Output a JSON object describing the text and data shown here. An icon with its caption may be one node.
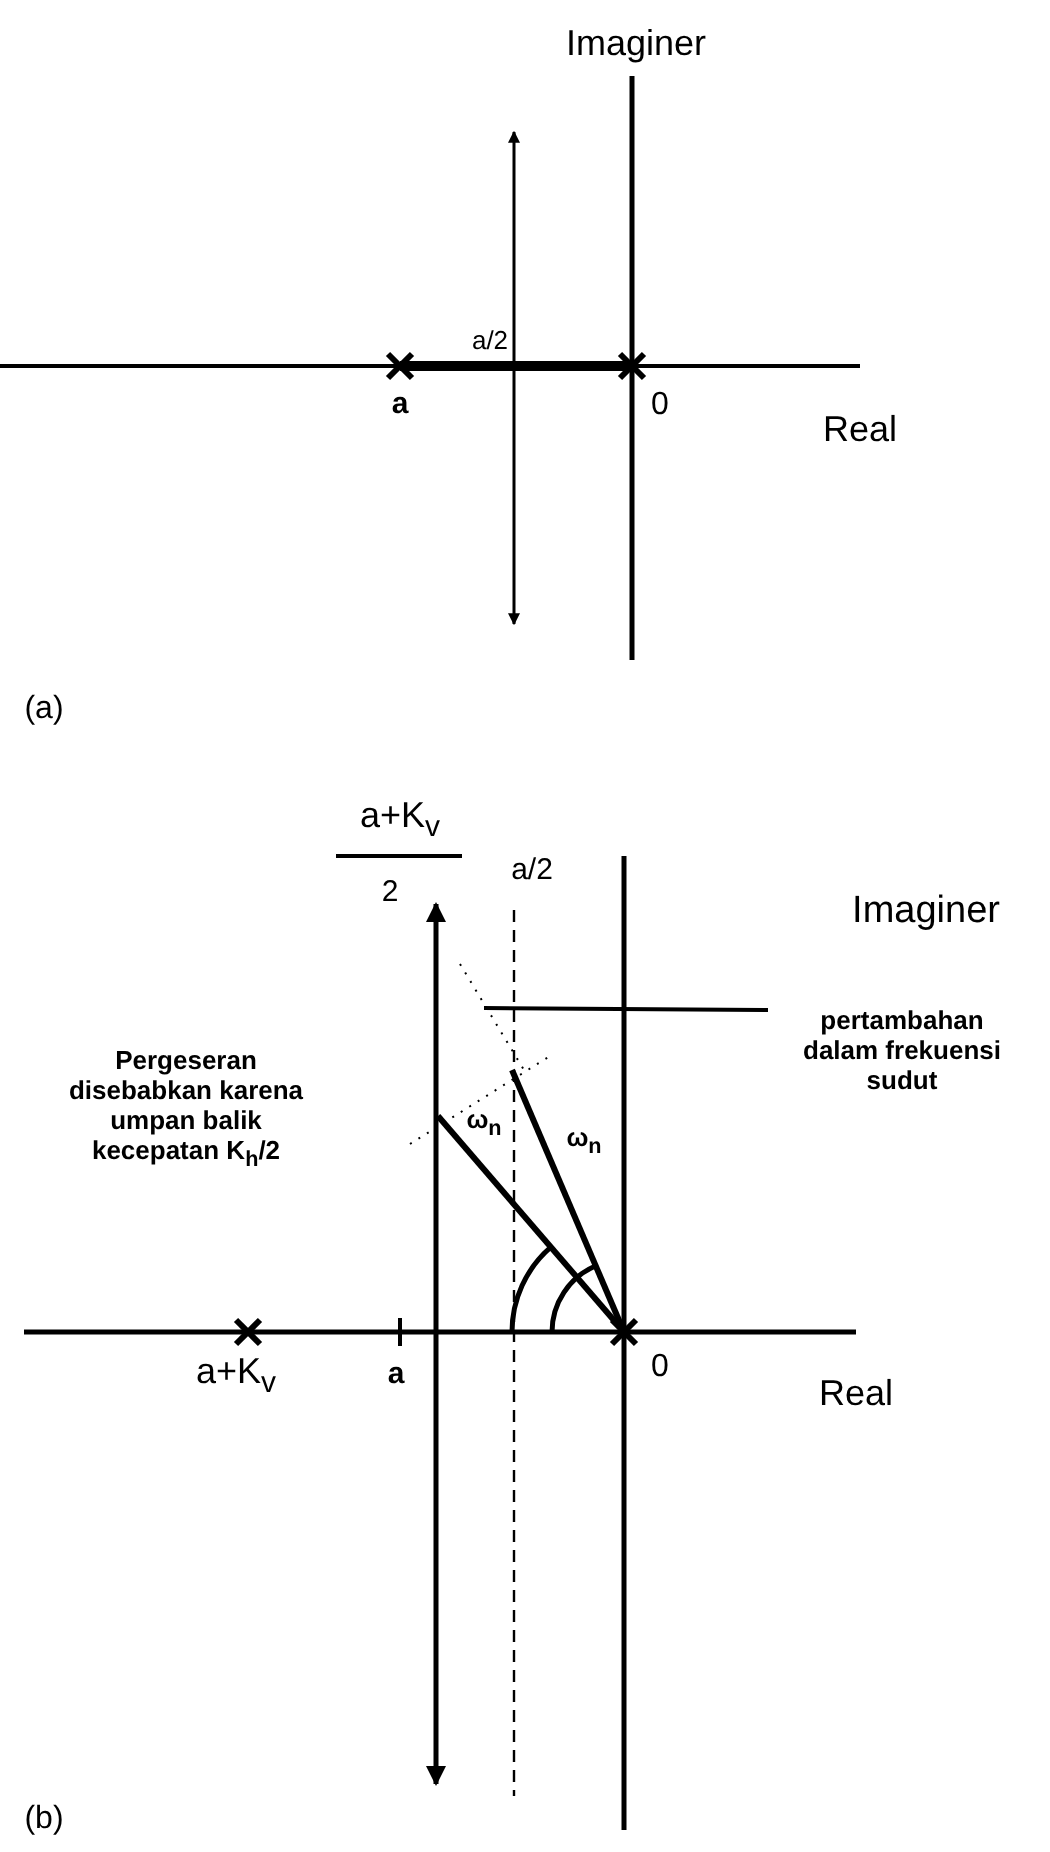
{
  "diagram": {
    "labels": [
      "Imaginer",
      "a/2",
      "a",
      "0",
      "Real",
      "(a)",
      "a+K$_{v}$",
      "2",
      "a/2",
      "Imaginer",
      "pertambahan dalam frekuensi sudut",
      "Pergeseran disebabkan karena umpan balik kecepatan K$_{h}$/2",
      "ω$_{n}$",
      "ω$_{n}$",
      "a+K$_{v}$",
      "a",
      "0",
      "Real",
      "(b)"
    ]
  }
}
